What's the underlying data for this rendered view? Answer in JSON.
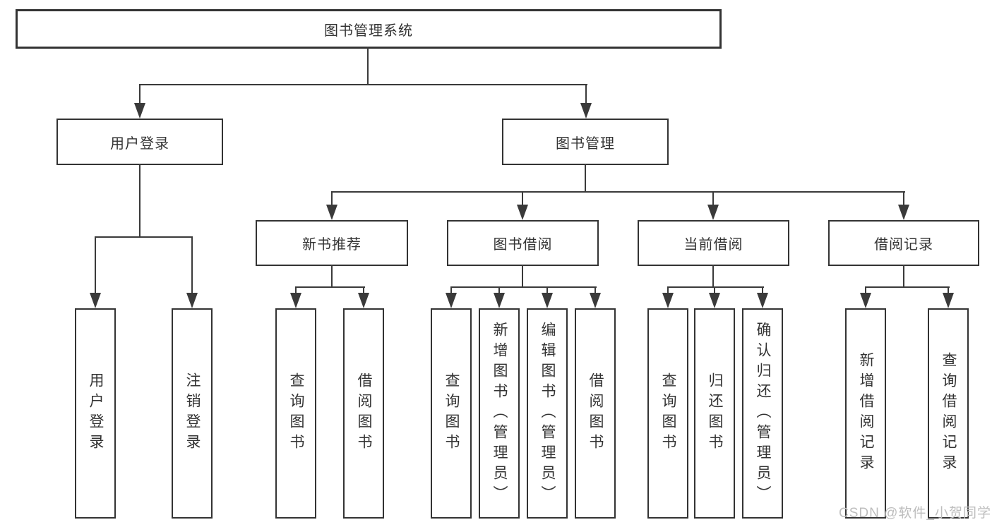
{
  "tree": {
    "label": "图书管理系统",
    "children": [
      {
        "label": "用户登录",
        "children": [
          {
            "label": "用户登录"
          },
          {
            "label": "注销登录"
          }
        ]
      },
      {
        "label": "图书管理",
        "children": [
          {
            "label": "新书推荐",
            "children": [
              {
                "label": "查询图书"
              },
              {
                "label": "借阅图书"
              }
            ]
          },
          {
            "label": "图书借阅",
            "children": [
              {
                "label": "查询图书"
              },
              {
                "label": "新增图书（管理员）"
              },
              {
                "label": "编辑图书（管理员）"
              },
              {
                "label": "借阅图书"
              }
            ]
          },
          {
            "label": "当前借阅",
            "children": [
              {
                "label": "查询图书"
              },
              {
                "label": "归还图书"
              },
              {
                "label": "确认归还（管理员）"
              }
            ]
          },
          {
            "label": "借阅记录",
            "children": [
              {
                "label": "新增借阅记录"
              },
              {
                "label": "查询借阅记录"
              }
            ]
          }
        ]
      }
    ]
  },
  "watermark": "CSDN @软件_小贺同学",
  "colors": {
    "line": "#3a3a3a",
    "box_border": "#333333",
    "text": "#333333",
    "watermark": "#bdbdbd",
    "background": "#ffffff"
  }
}
